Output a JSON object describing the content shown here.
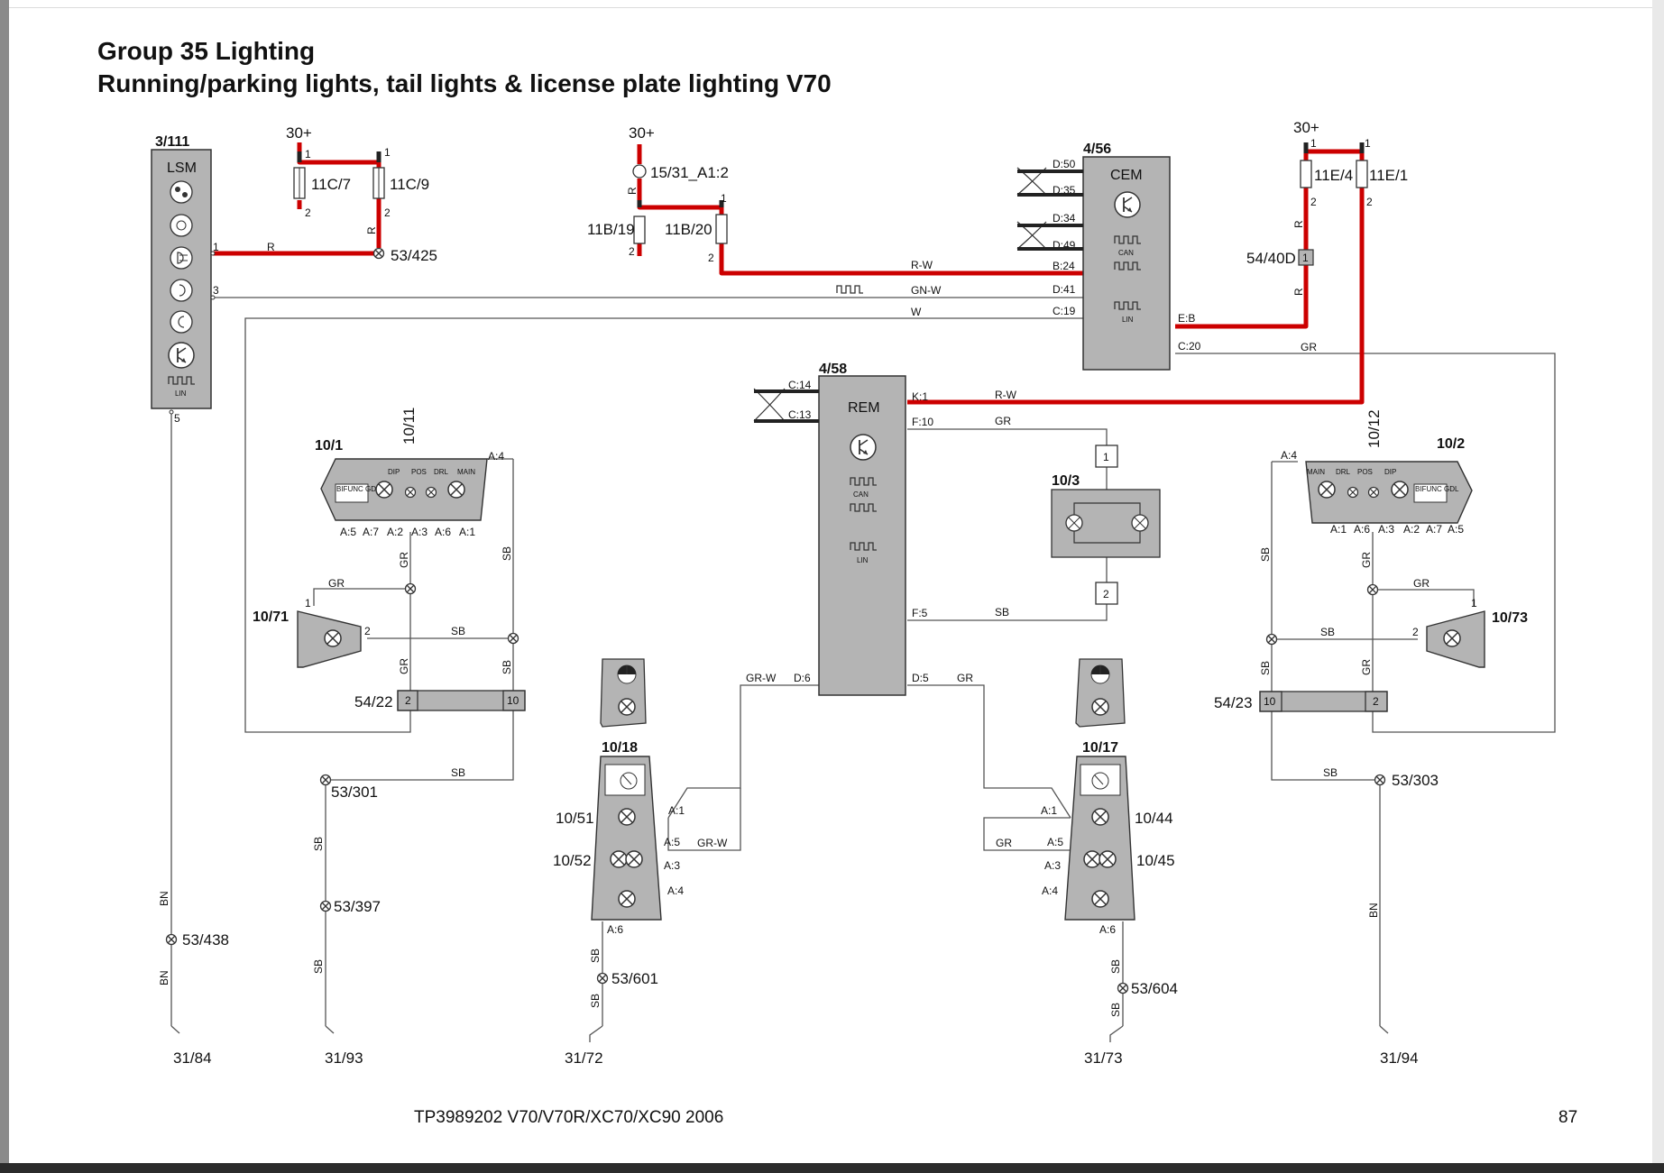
{
  "page": {
    "title_line1": "Group 35 Lighting",
    "title_line2": "Running/parking lights, tail lights & license plate lighting V70",
    "footer_doc": "TP3989202 V70/V70R/XC70/XC90 2006",
    "page_number": "87"
  },
  "colors": {
    "power_wire": "#cc0000",
    "component_fill": "#b4b4b4",
    "wire": "#555555"
  },
  "modules": {
    "lsm": {
      "ref": "3/111",
      "name": "LSM",
      "bus": "LIN",
      "pin1": "1",
      "pin3": "3",
      "pin5": "5"
    },
    "cem": {
      "ref": "4/56",
      "name": "CEM",
      "bus1": "CAN",
      "bus2": "LIN",
      "inputs": [
        "D:50",
        "D:35",
        "D:34",
        "D:49"
      ],
      "pins": {
        "b24": "B:24",
        "d41": "D:41",
        "c19": "C:19",
        "eb": "E:B",
        "c20": "C:20"
      }
    },
    "rem": {
      "ref": "4/58",
      "name": "REM",
      "bus1": "CAN",
      "bus2": "LIN",
      "inputs": [
        "C:14",
        "C:13"
      ],
      "pins": {
        "k1": "K:1",
        "f10": "F:10",
        "f5": "F:5",
        "d6": "D:6",
        "d5": "D:5"
      }
    }
  },
  "fuses": {
    "f11c7": {
      "ref": "11C/7",
      "power": "30+",
      "p1": "1",
      "p2": "2"
    },
    "f11c9": {
      "ref": "11C/9",
      "p1": "1",
      "p2": "2"
    },
    "f11b19": {
      "ref": "11B/19",
      "p2": "2"
    },
    "f11b20": {
      "ref": "11B/20",
      "p1": "1",
      "p2": "2"
    },
    "f11e4": {
      "ref": "11E/4",
      "power": "30+",
      "p1": "1",
      "p2": "2"
    },
    "f11e1": {
      "ref": "11E/1",
      "p1": "1",
      "p2": "2"
    },
    "relay": {
      "ref": "15/31_A1:2",
      "power": "30+"
    },
    "conn": {
      "ref": "54/40D",
      "pin": "1"
    }
  },
  "wire_colors": {
    "r": "R",
    "rw": "R-W",
    "gnw": "GN-W",
    "w": "W",
    "gr": "GR",
    "sb": "SB",
    "bn": "BN",
    "grw": "GR-W"
  },
  "splices": [
    "53/425",
    "53/301",
    "53/397",
    "53/438",
    "53/601",
    "53/604",
    "53/303"
  ],
  "grounds": [
    "31/84",
    "31/93",
    "31/72",
    "31/73",
    "31/94"
  ],
  "lamps": {
    "hl_left": {
      "ref": "10/1",
      "sub": "10/11",
      "labels": [
        "BIFUNC GDL",
        "DIP",
        "POS",
        "DRL",
        "MAIN"
      ],
      "pins": [
        "A:5",
        "A:7",
        "A:2",
        "A:3",
        "A:6",
        "A:1"
      ],
      "pin_a4": "A:4"
    },
    "hl_right": {
      "ref": "10/2",
      "sub": "10/12",
      "labels": [
        "MAIN",
        "DRL",
        "POS",
        "DIP",
        "BIFUNC GDL"
      ],
      "pins": [
        "A:1",
        "A:6",
        "A:3",
        "A:2",
        "A:7",
        "A:5"
      ],
      "pin_a4": "A:4"
    },
    "plate": {
      "ref": "10/3",
      "pin1": "1",
      "pin2": "2"
    },
    "side_left": {
      "ref": "10/71",
      "p1": "1",
      "p2": "2"
    },
    "side_right": {
      "ref": "10/73",
      "p1": "1",
      "p2": "2"
    },
    "tail_left": {
      "ref": "10/18",
      "bulbs": [
        "10/51",
        "10/52"
      ],
      "pins": [
        "A:1",
        "A:5",
        "A:3",
        "A:4",
        "A:6"
      ]
    },
    "tail_right": {
      "ref": "10/17",
      "bulbs": [
        "10/44",
        "10/45"
      ],
      "pins": [
        "A:1",
        "A:5",
        "A:3",
        "A:4",
        "A:6"
      ]
    }
  },
  "connectors": {
    "c5422": {
      "ref": "54/22",
      "pin_a": "2",
      "pin_b": "10"
    },
    "c5423": {
      "ref": "54/23",
      "pin_a": "10",
      "pin_b": "2"
    }
  }
}
